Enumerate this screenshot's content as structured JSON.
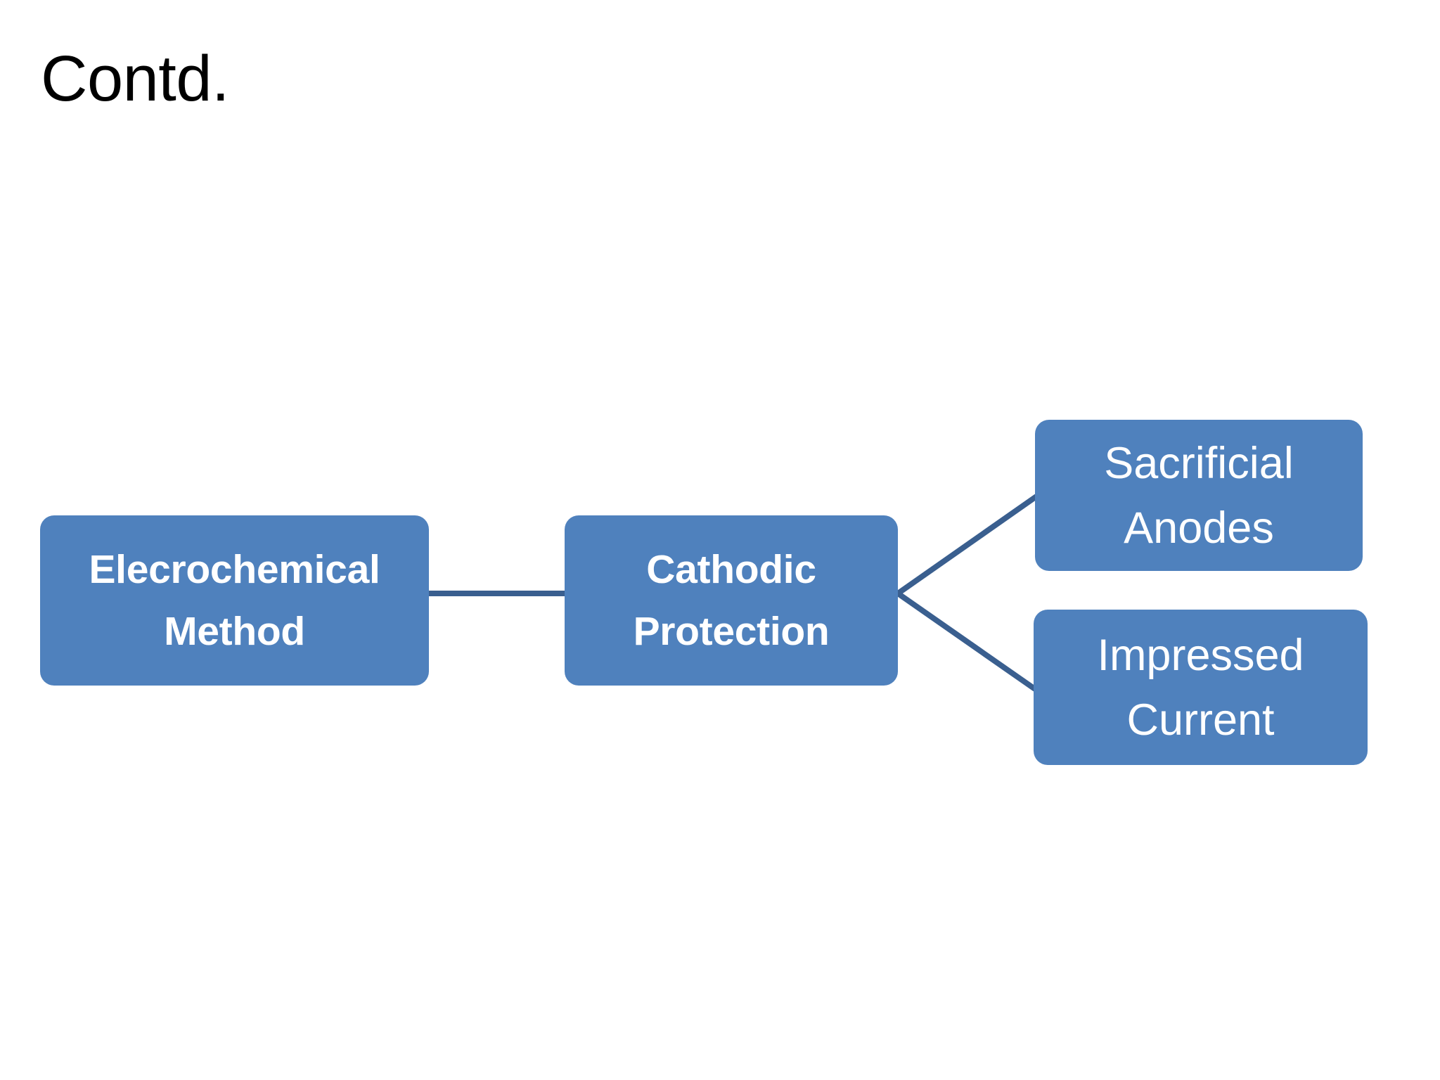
{
  "slide": {
    "title": "Contd.",
    "background_color": "#FFFFFF"
  },
  "theme": {
    "node_fill": "#4F81BD",
    "node_text_color": "#FFFFFF",
    "connector_color": "#3A5F8F",
    "title_text_color": "#000000"
  },
  "diagram": {
    "type": "hierarchy",
    "nodes": [
      {
        "id": "electrochemical",
        "label": "Elecrochemical\nMethod",
        "level": 0,
        "weight": "bold"
      },
      {
        "id": "cathodic",
        "label": "Cathodic\nProtection",
        "level": 1,
        "weight": "bold"
      },
      {
        "id": "sacrificial",
        "label": "Sacrificial\nAnodes",
        "level": 2,
        "weight": "regular"
      },
      {
        "id": "impressed",
        "label": "Impressed\nCurrent",
        "level": 2,
        "weight": "regular"
      }
    ],
    "connectors": [
      {
        "id": "electrochemical-to-cathodic",
        "from": "electrochemical",
        "to": "cathodic",
        "shape": "straight-horizontal"
      },
      {
        "id": "cathodic-to-sacrificial",
        "from": "cathodic",
        "to": "sacrificial",
        "shape": "diagonal-up"
      },
      {
        "id": "cathodic-to-impressed",
        "from": "cathodic",
        "to": "impressed",
        "shape": "diagonal-down"
      }
    ]
  }
}
